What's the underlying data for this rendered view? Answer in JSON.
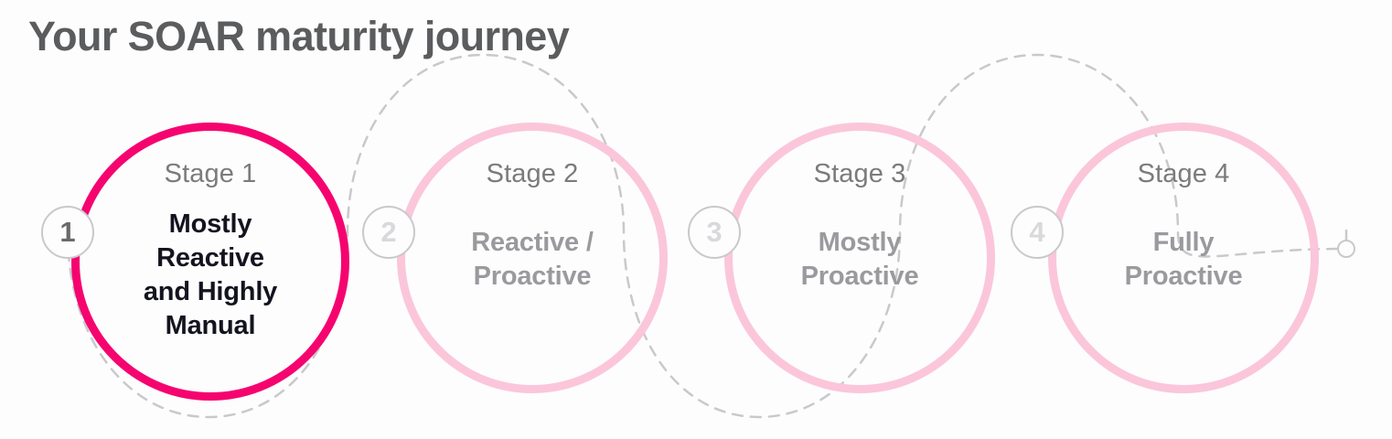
{
  "header": {
    "title": "Your SOAR maturity journey"
  },
  "colors": {
    "active_ring": "#f5046f",
    "inactive_ring": "#fbc6da",
    "title_text": "#5b5c5e",
    "stage_label_text": "#7b7b7e",
    "active_desc_text": "#141420",
    "inactive_desc_text": "#9a9a9e",
    "track_dash": "#c9c9cc",
    "background": "#fdfdfd"
  },
  "journey": {
    "current_stage": 1,
    "total_stages": 4,
    "track_style": "dashed-serpentine",
    "end_marker": "hollow-circle",
    "stages": [
      {
        "badge": "1",
        "label": "Stage 1",
        "description_line_1": "Mostly",
        "description_line_2": "Reactive",
        "description_line_3": "and Highly",
        "description_line_4": "Manual",
        "state": "active"
      },
      {
        "badge": "2",
        "label": "Stage 2",
        "description_line_1": "Reactive /",
        "description_line_2": "Proactive",
        "description_line_3": "",
        "description_line_4": "",
        "state": "inactive"
      },
      {
        "badge": "3",
        "label": "Stage 3",
        "description_line_1": "Mostly",
        "description_line_2": "Proactive",
        "description_line_3": "",
        "description_line_4": "",
        "state": "inactive"
      },
      {
        "badge": "4",
        "label": "Stage 4",
        "description_line_1": "Fully",
        "description_line_2": "Proactive",
        "description_line_3": "",
        "description_line_4": "",
        "state": "inactive"
      }
    ]
  }
}
